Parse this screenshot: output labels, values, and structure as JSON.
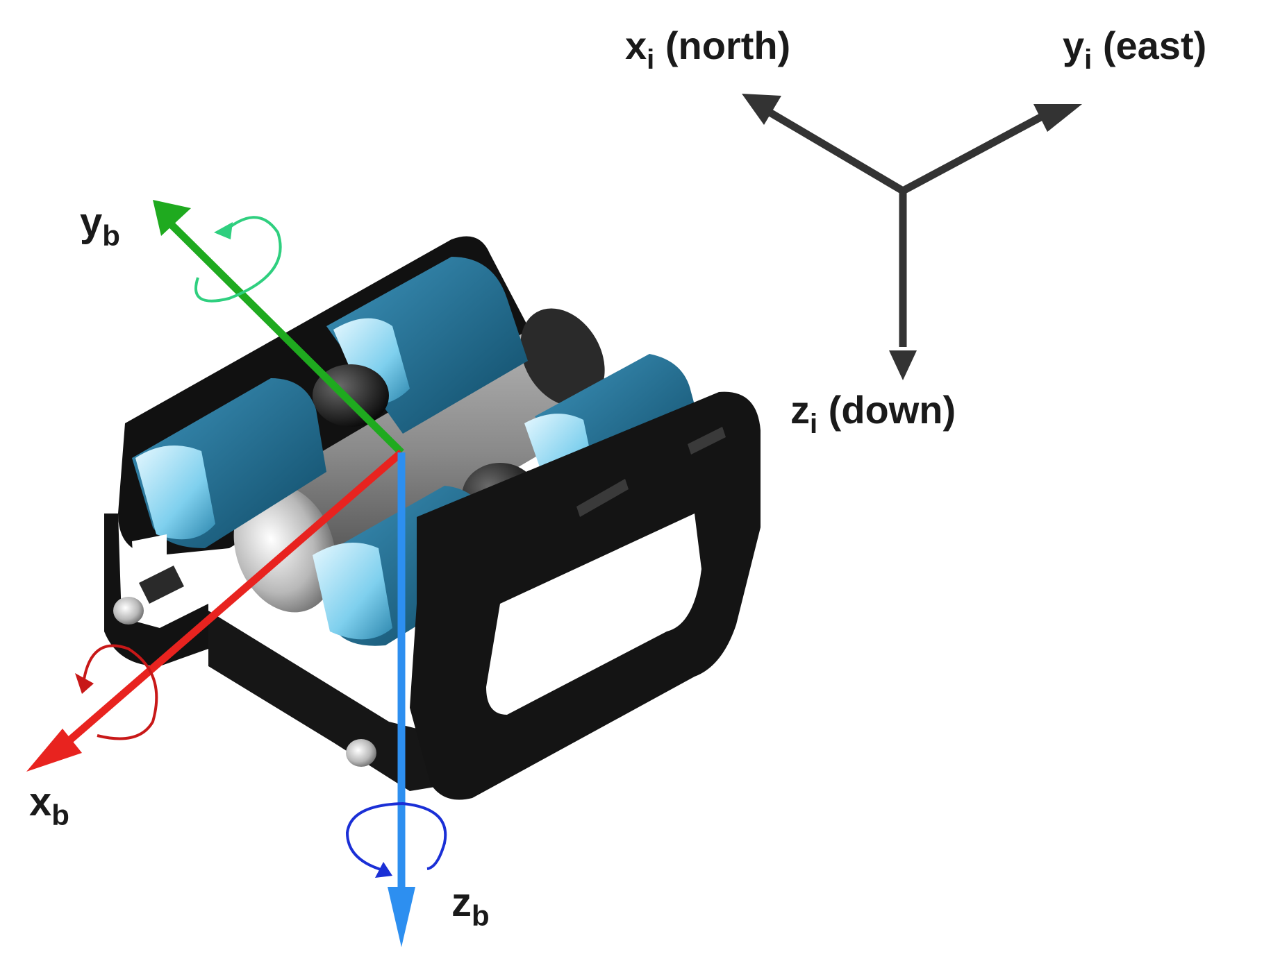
{
  "inertial_frame": {
    "x_axis": {
      "symbol": "x",
      "subscript": "i",
      "suffix": " (north)"
    },
    "y_axis": {
      "symbol": "y",
      "subscript": "i",
      "suffix": " (east)"
    },
    "z_axis": {
      "symbol": "z",
      "subscript": "i",
      "suffix": " (down)"
    },
    "color": "#333333"
  },
  "body_frame": {
    "x_axis": {
      "symbol": "x",
      "subscript": "b",
      "color": "#e8231f"
    },
    "y_axis": {
      "symbol": "y",
      "subscript": "b",
      "color": "#1faa1f"
    },
    "z_axis": {
      "symbol": "z",
      "subscript": "b",
      "color": "#2d8ff0"
    }
  },
  "vehicle": {
    "frame_color": "#111111",
    "thruster_color": "#1f6f94",
    "thruster_highlight": "#9fe3f7",
    "hull_color": "#7a7a7a"
  }
}
